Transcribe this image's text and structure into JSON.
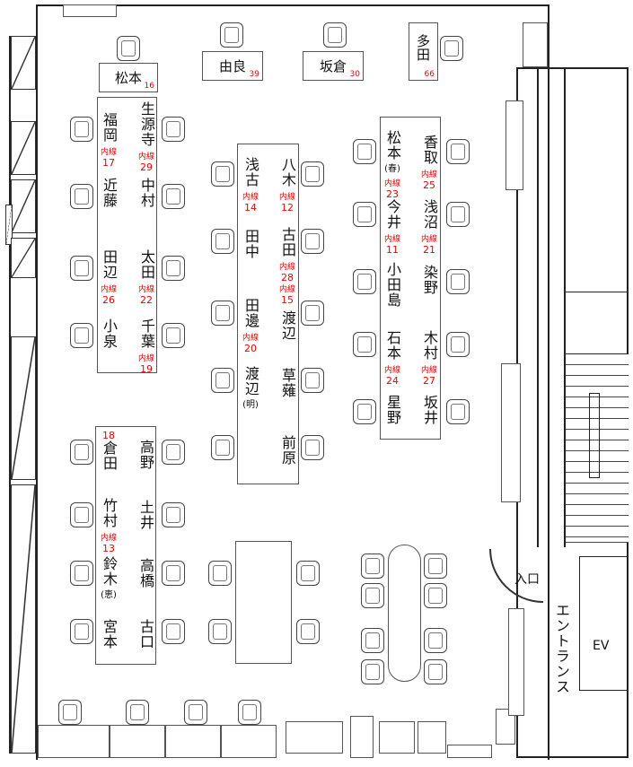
{
  "ext_prefix": "内線",
  "top_desks": [
    {
      "name": "松本",
      "ext": "16"
    },
    {
      "name": "由良",
      "ext": "39"
    },
    {
      "name": "坂倉",
      "ext": "30"
    },
    {
      "name": "多田",
      "ext": "66"
    }
  ],
  "tables": [
    {
      "seats": [
        {
          "name": "福岡",
          "ext": "17"
        },
        {
          "name": "近藤"
        },
        {
          "name": "田辺",
          "ext": "26"
        },
        {
          "name": "小泉"
        },
        {
          "name": "生源寺",
          "ext": "29"
        },
        {
          "name": "中村"
        },
        {
          "name": "太田",
          "ext": "22"
        },
        {
          "name": "千葉",
          "ext": "19"
        }
      ]
    },
    {
      "seats": [
        {
          "name": "浅古",
          "ext": "14"
        },
        {
          "name": "田中"
        },
        {
          "name": "田邊",
          "ext": "20"
        },
        {
          "name": "渡辺",
          "sub": "(明)"
        },
        {
          "name": "八木",
          "ext": "12"
        },
        {
          "name": "古田",
          "ext": "28"
        },
        {
          "name": "渡辺",
          "ext": "15"
        },
        {
          "name": "草薙"
        },
        {
          "name": "前原"
        }
      ]
    },
    {
      "seats": [
        {
          "name": "松本",
          "sub": "(春)",
          "ext": "23"
        },
        {
          "name": "今井",
          "ext": "11"
        },
        {
          "name": "小田島"
        },
        {
          "name": "石本",
          "ext": "24"
        },
        {
          "name": "星野"
        },
        {
          "name": "香取",
          "ext": "25"
        },
        {
          "name": "浅沼",
          "ext": "21"
        },
        {
          "name": "染野"
        },
        {
          "name": "木村",
          "ext": "27"
        },
        {
          "name": "坂井"
        }
      ]
    },
    {
      "seats": [
        {
          "name": "倉田",
          "num": "18"
        },
        {
          "name": "竹村",
          "ext": "13"
        },
        {
          "name": "鈴木",
          "sub": "(恵)"
        },
        {
          "name": "宮本"
        },
        {
          "name": "高野"
        },
        {
          "name": "土井"
        },
        {
          "name": "高橋"
        },
        {
          "name": "古口"
        }
      ]
    }
  ],
  "entrance": {
    "door": "入口",
    "hall": "エントランス",
    "elevator": "EV"
  }
}
